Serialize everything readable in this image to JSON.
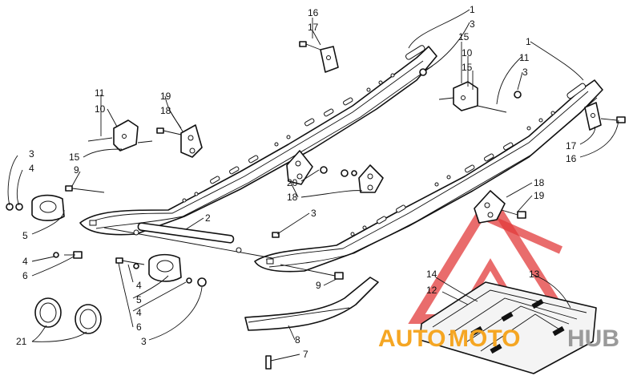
{
  "watermark": {
    "brand_a": "AUTO",
    "brand_b": "MOTO",
    "brand_c": "HUB",
    "color_orange": "#f5a623",
    "color_gray": "#9a9a9a",
    "color_red": "#e23b3b"
  },
  "callouts": {
    "c16a": "16",
    "c17a": "17",
    "c1a": "1",
    "c3a": "3",
    "c15a": "15",
    "c10a": "10",
    "c15b": "15",
    "c1b": "1",
    "c11a": "11",
    "c3b": "3",
    "c11b": "11",
    "c10b": "10",
    "c19a": "19",
    "c18a": "18",
    "c17b": "17",
    "c16b": "16",
    "c3c": "3",
    "c4a": "4",
    "c15c": "15",
    "c9a": "9",
    "c20": "20",
    "c18b": "18",
    "c18c": "18",
    "c19b": "19",
    "c5a": "5",
    "c2": "2",
    "c3d": "3",
    "c4b": "4",
    "c6a": "6",
    "c4c": "4",
    "c5b": "5",
    "c4d": "4",
    "c6b": "6",
    "c3e": "3",
    "c9b": "9",
    "c14": "14",
    "c12": "12",
    "c13": "13",
    "c21": "21",
    "c8": "8",
    "c7": "7"
  }
}
